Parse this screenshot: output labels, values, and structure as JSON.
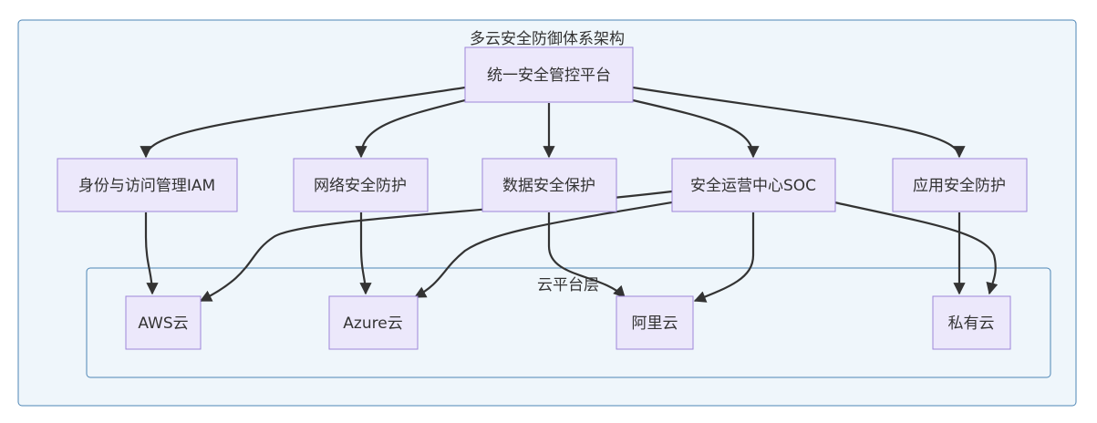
{
  "outer_cluster": {
    "label": "多云安全防御体系架构"
  },
  "inner_cluster": {
    "label": "云平台层"
  },
  "nodes": {
    "platform": "统一安全管控平台",
    "iam": "身份与访问管理IAM",
    "network": "网络安全防护",
    "data": "数据安全保护",
    "soc": "安全运营中心SOC",
    "app": "应用安全防护",
    "aws": "AWS云",
    "azure": "Azure云",
    "aliyun": "阿里云",
    "private": "私有云"
  },
  "edges": [
    {
      "from": "platform",
      "to": "iam"
    },
    {
      "from": "platform",
      "to": "network"
    },
    {
      "from": "platform",
      "to": "data"
    },
    {
      "from": "platform",
      "to": "soc"
    },
    {
      "from": "platform",
      "to": "app"
    },
    {
      "from": "iam",
      "to": "aws"
    },
    {
      "from": "network",
      "to": "azure"
    },
    {
      "from": "data",
      "to": "aliyun"
    },
    {
      "from": "app",
      "to": "private"
    },
    {
      "from": "soc",
      "to": "aws"
    },
    {
      "from": "soc",
      "to": "azure"
    },
    {
      "from": "soc",
      "to": "aliyun"
    },
    {
      "from": "soc",
      "to": "private"
    }
  ],
  "colors": {
    "cluster_fill": "#eff6fb",
    "cluster_stroke": "#4d85b5",
    "node_fill": "#ece8fb",
    "node_stroke": "#9e86da",
    "edge": "#333333"
  }
}
